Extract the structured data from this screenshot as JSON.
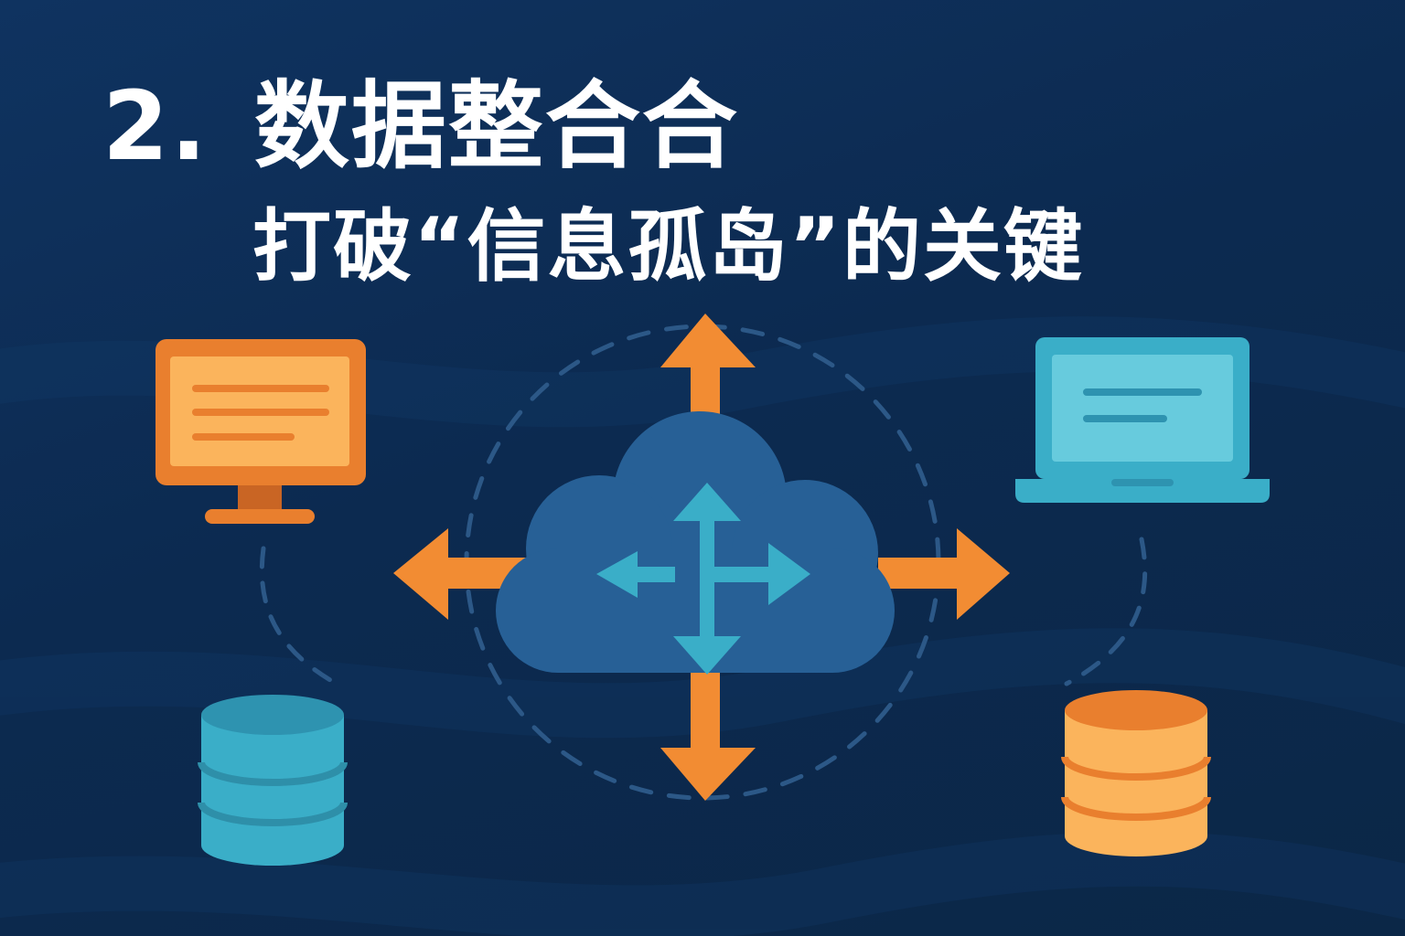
{
  "title": {
    "number": "2.",
    "heading": "数据整合合",
    "subheading": "打破“信息孤岛”的关键"
  },
  "colors": {
    "background": "#0d2b52",
    "cloud": "#276096",
    "orange": "#f28c33",
    "orange_light": "#fbb45c",
    "teal": "#3aaec8",
    "teal_light": "#67cbdd",
    "dashed_ring": "#2c5887"
  },
  "icons": [
    "desktop-monitor-icon",
    "laptop-icon",
    "database-icon-teal",
    "database-icon-orange",
    "cloud-icon",
    "four-way-arrows-icon"
  ]
}
